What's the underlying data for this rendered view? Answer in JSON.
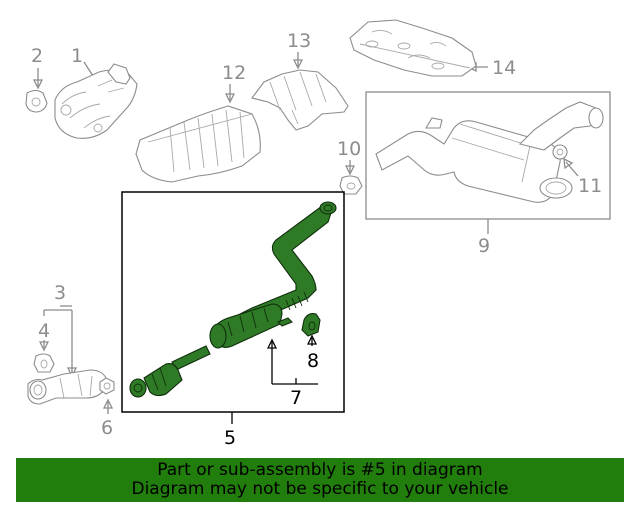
{
  "callouts": {
    "c1": "1",
    "c2": "2",
    "c3": "3",
    "c4": "4",
    "c5": "5",
    "c6": "6",
    "c7": "7",
    "c8": "8",
    "c9": "9",
    "c10": "10",
    "c11": "11",
    "c12": "12",
    "c13": "13",
    "c14": "14"
  },
  "banner": {
    "line1": "Part or sub-assembly is #5 in diagram",
    "line2": "Diagram may not be specific to your vehicle"
  },
  "colors": {
    "highlight_part": "#2f7a27",
    "banner_background": "#217d0c",
    "callout_gray": "#8c8c8c"
  }
}
